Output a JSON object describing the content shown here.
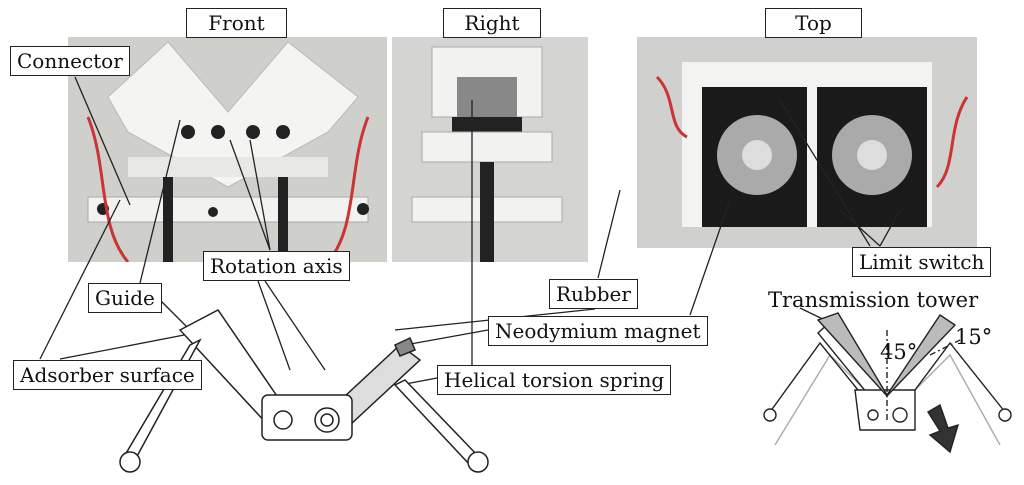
{
  "views": {
    "front": "Front",
    "right": "Right",
    "top": "Top"
  },
  "labels": {
    "connector": "Connector",
    "guide": "Guide",
    "rotation_axis": "Rotation axis",
    "adsorber_surface": "Adsorber surface",
    "rubber": "Rubber",
    "neodymium_magnet": "Neodymium magnet",
    "helical_torsion_spring": "Helical torsion spring",
    "limit_switch": "Limit switch",
    "transmission_tower": "Transmission tower"
  },
  "angles": {
    "a45": "45°",
    "a15": "15°"
  }
}
